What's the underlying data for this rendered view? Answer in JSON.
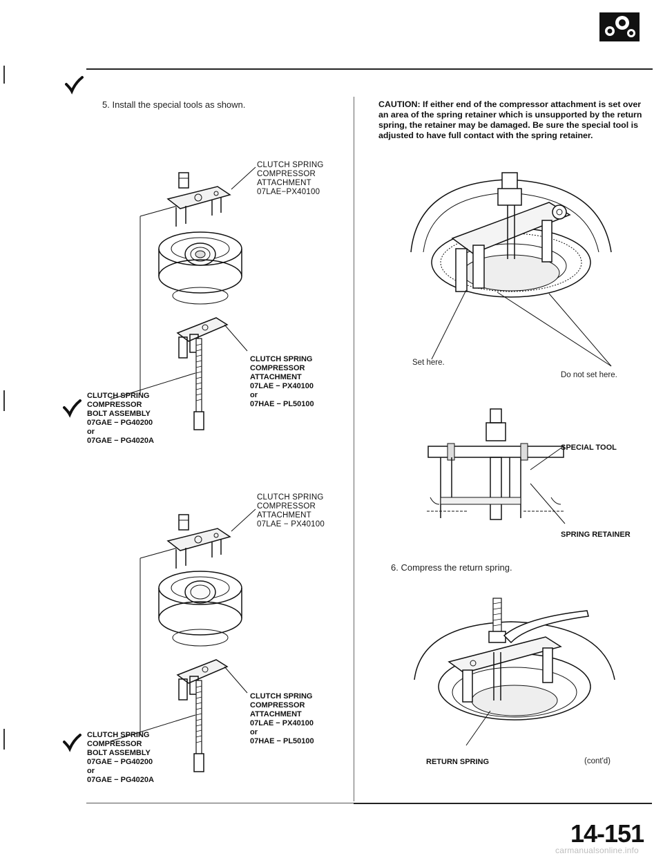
{
  "page": {
    "page_number": "14-151",
    "cont_marker": "(cont'd)",
    "watermark": "carmanualsonline.info"
  },
  "left": {
    "step5": "5.  Install the special tools as shown.",
    "diagram1": {
      "top_label": "CLUTCH SPRING\nCOMPRESSOR\nATTACHMENT\n07LAE−PX40100",
      "mid_label": "CLUTCH SPRING\nCOMPRESSOR\nATTACHMENT\n07LAE − PX40100\nor\n07HAE − PL50100",
      "bolt_label": "CLUTCH SPRING\nCOMPRESSOR\nBOLT ASSEMBLY\n07GAE − PG40200\nor\n07GAE − PG4020A"
    },
    "diagram2": {
      "top_label": "CLUTCH SPRING\nCOMPRESSOR\nATTACHMENT\n07LAE − PX40100",
      "mid_label": "CLUTCH SPRING\nCOMPRESSOR\nATTACHMENT\n07LAE − PX40100\nor\n07HAE − PL50100",
      "bolt_label": "CLUTCH SPRING\nCOMPRESSOR\nBOLT ASSEMBLY\n07GAE − PG40200\nor\n07GAE − PG4020A"
    }
  },
  "right": {
    "caution": "CAUTION:  If either end of the compressor attachment is set over an area of the spring retainer which is unsupported by the return spring, the retainer may be damaged. Be sure the special tool is adjusted to have full contact with the spring retainer.",
    "set_here": "Set here.",
    "do_not_set_here": "Do not set here.",
    "special_tool": "SPECIAL TOOL",
    "spring_retainer": "SPRING RETAINER",
    "step6": "6.  Compress the return spring.",
    "return_spring": "RETURN SPRING"
  },
  "icons": {
    "section_icon": "ac-compressor-section-icon",
    "check_marks": "check-mark-icon"
  }
}
